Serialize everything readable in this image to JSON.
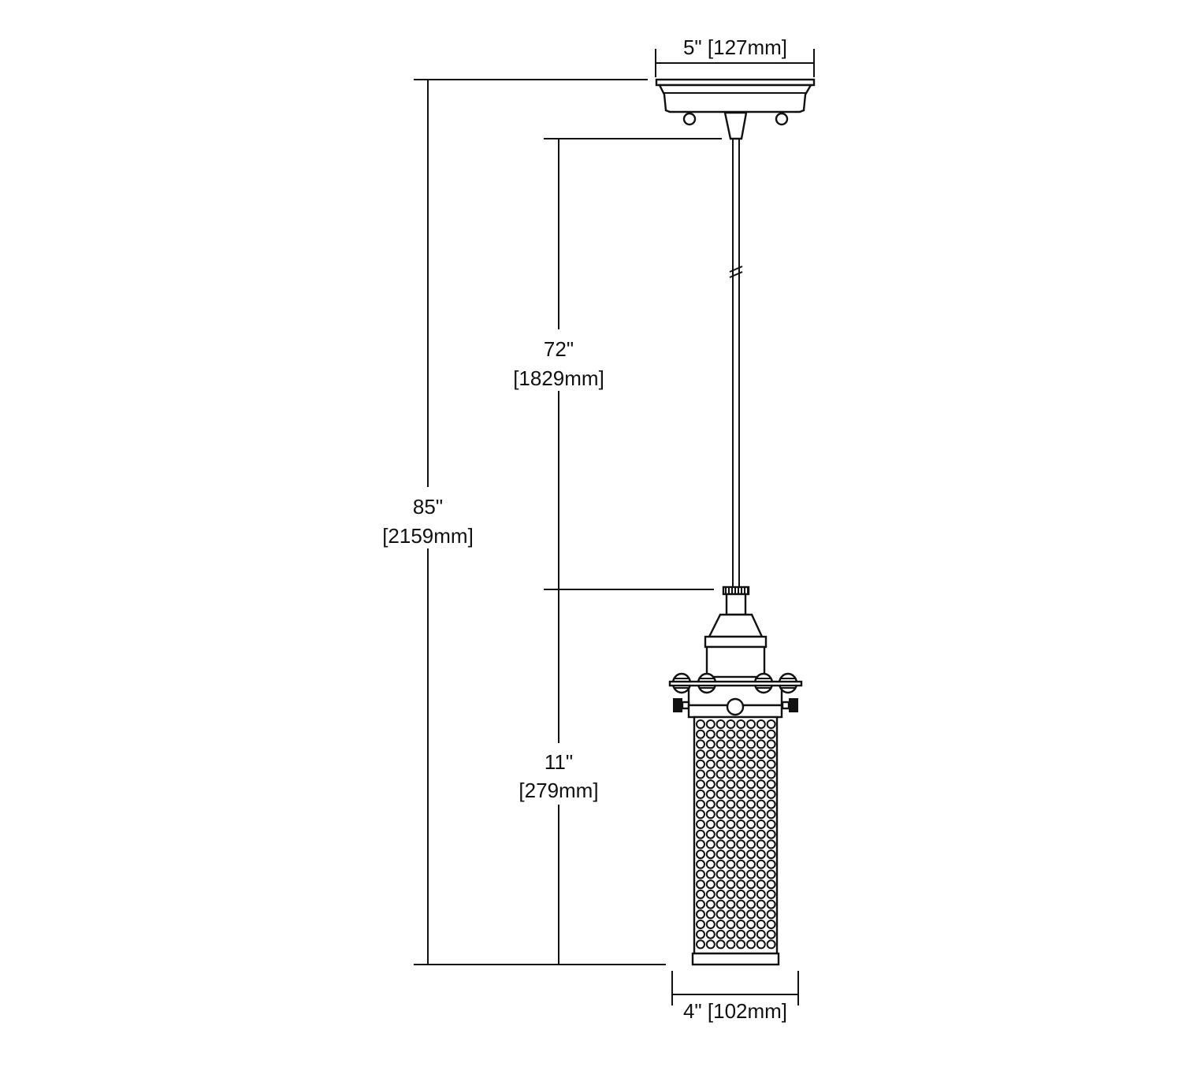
{
  "dimensions": {
    "canopy_width": "5\" [127mm]",
    "overall_height": {
      "imperial": "85\"",
      "metric": "[2159mm]"
    },
    "cord_length": {
      "imperial": "72\"",
      "metric": "[1829mm]"
    },
    "fixture_height": {
      "imperial": "11\"",
      "metric": "[279mm]"
    },
    "fixture_width": "4\" [102mm]"
  },
  "colors": {
    "line": "#111111",
    "background": "#ffffff"
  }
}
